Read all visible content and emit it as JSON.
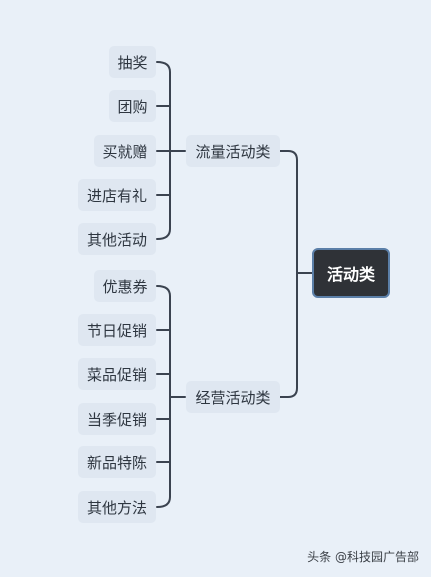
{
  "root": {
    "label": "活动类"
  },
  "branches": [
    {
      "label": "流量活动类",
      "leaves": [
        "抽奖",
        "团购",
        "买就赠",
        "进店有礼",
        "其他活动"
      ]
    },
    {
      "label": "经营活动类",
      "leaves": [
        "优惠券",
        "节日促销",
        "菜品促销",
        "当季促销",
        "新品特陈",
        "其他方法"
      ]
    }
  ],
  "watermark": "头条 @科技园广告部",
  "colors": {
    "background": "#e9f0f8",
    "node": "#dfe7f1",
    "root": "#2f3237",
    "root_border": "#5b7fa8",
    "line": "#3b4350"
  }
}
